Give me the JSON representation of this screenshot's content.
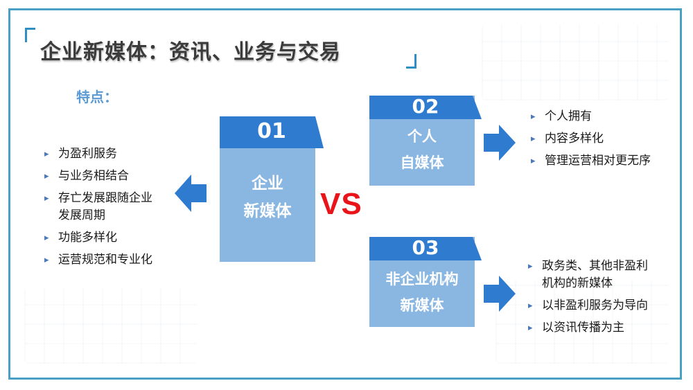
{
  "title": "企业新媒体：资讯、业务与交易",
  "subhead": "特点：",
  "left_bullets": [
    "为盈利服务",
    "与业务相结合",
    "存亡发展跟随企业",
    "发展周期",
    "功能多样化",
    "运营规范和专业化"
  ],
  "vs_label": "VS",
  "card_01": {
    "num": "01",
    "line1": "企业",
    "line2": "新媒体"
  },
  "card_02": {
    "num": "02",
    "line1": "个人",
    "line2": "自媒体"
  },
  "card_03": {
    "num": "03",
    "line1": "非企业机构",
    "line2": "新媒体"
  },
  "right_top_bullets": [
    "个人拥有",
    "内容多样化",
    "管理运营相对更无序"
  ],
  "right_bottom_bullets": [
    "政务类、其他非盈利",
    "机构的新媒体",
    "以非盈利服务为导向",
    "以资讯传播为主"
  ],
  "colors": {
    "border": "#4a9fc4",
    "card": "#8ab7e2",
    "tab": "#2e7bd0",
    "arrow": "#2e7bd0",
    "vs": "#e8141a",
    "accent": "#5b9bd5"
  },
  "icons": {
    "bullet": "triangle-bullet-icon",
    "arrow": "block-arrow-icon"
  }
}
